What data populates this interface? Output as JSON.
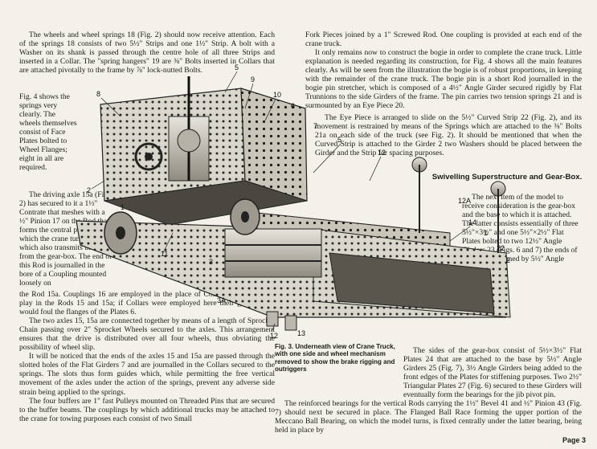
{
  "left_column": {
    "p1": "The wheels and wheel springs 18 (Fig. 2) should now receive attention. Each of the springs 18 consists of two 5½\" Strips and one 1½\" Strip. A bolt with a Washer on its shank is passed through the centre hole of all three Strips and inserted in a Collar. The \"spring hangers\" 19 are ⅜\" Bolts inserted in Collars that are attached pivotally to the frame by ⅞\" lock-nutted Bolts.",
    "p1_wrap": "Fig. 4 shows the springs very clearly. The wheels themselves consist of Face Plates bolted to Wheel Flanges; eight in all are required.",
    "p2_wrap": "The driving axle 15a (Fig. 2) has secured to it a 1½\" Contrate that meshes with a ½\" Pinion 17 on the Rod that forms the central pivot about which the crane turns and which also transmits the drive from the gear-box. The end of this Rod is journalled in the bore of a Coupling mounted loosely on",
    "p2_rest": "the Rod 15a. Couplings 16 are employed in the place of Collars to prevent end play in the Rods 15 and 15a; if Collars were employed here their grub-screws would foul the flanges of the Plates 6.",
    "p3": "The two axles 15, 15a are connected together by means of a length of Sprocket Chain passing over 2\" Sprocket Wheels secured to the axles. This arrangement ensures that the drive is distributed over all four wheels, thus obviating the possibility of wheel slip.",
    "p4": "It will be noticed that the ends of the axles 15 and 15a are passed through the slotted holes of the Flat Girders 7 and are journalled in the Collars secured to the springs. The slots thus form guides which, while permitting the free vertical movement of the axles under the action of the springs, prevent any adverse side strain being applied to the springs.",
    "p5": "The four buffers are 1\" fast Pulleys mounted on Threaded Pins that are secured to the buffer beams. The couplings by which additional trucks may be attached to the crane for towing purposes each consist of two Small"
  },
  "right_column": {
    "p1": "Fork Pieces joined by a 1\" Screwed Rod. One coupling is provided at each end of the crane truck.",
    "p2": "It only remains now to construct the bogie in order to complete the crane truck. Little explanation is needed regarding its construction, for Fig. 4 shows all the main features clearly. As will be seen from the illustration the bogie is of robust proportions, in keeping with the remainder of the crane truck. The bogie pin is a short Rod journalled in the bogie pin stretcher, which is composed of a 4½\" Angle Girder secured rigidly by Flat Trunnions to the side Girders of the frame. The pin carries two tension springs 21 and is surmounted by an Eye Piece 20.",
    "p3": "The Eye Piece is arranged to slide on the 5½\" Curved Strip 22 (Fig. 2), and its movement is restrained by means of the Springs which are attached to the ⅜\" Bolts 21a on each side of the truck (see Fig. 2). It should be mentioned that when the Curved Strip is attached to the Girder 2 two Washers should be placed between the Girder and the Strip for spacing purposes.",
    "heading": "Swivelling Superstructure and Gear-Box.",
    "p4": "The next item of the model to receive consideration is the gear-box and the base to which it is attached. The latter consists essentially of three 5½\"×3½\" and one 5½\"×2½\" Flat Plates bolted to two 12½\" Angle Girders 23 (Figs. 6 and 7) the ends of which are spanned by 5½\" Angle Girders.",
    "p5": "The sides of the gear-box consist of 5½×3½\" Flat Plates 24 that are attached to the base by 5½\" Angle Girders 25 (Fig. 7), 3½ Angle Girders being added to the front edges of the Plates for stiffening purposes. Two 2½\" Triangular Plates 27 (Fig. 6) secured to these Girders will eventually form the bearings for the jib pivot pin.",
    "p6": "The reinforced bearings for the vertical Rods carrying the 1½\" Bevel 41 and ½\" Pinion 43 (Fig. 7) should next be secured in place. The Flanged Ball Race forming the upper portion of the Meccano Ball Bearing, on which the model turns, is fixed centrally under the latter bearing, being held in place by"
  },
  "figure": {
    "caption": "Fig. 3. Underneath view of Crane Truck, with one side and wheel mechanism removed to show the brake rigging and outriggers",
    "labels": [
      "5",
      "8",
      "9",
      "10",
      "6",
      "7",
      "5",
      "12",
      "12A",
      "14",
      "1",
      "22",
      "2",
      "2",
      "1",
      "11",
      "3",
      "3A",
      "12",
      "13"
    ]
  },
  "page_number": "Page 3"
}
